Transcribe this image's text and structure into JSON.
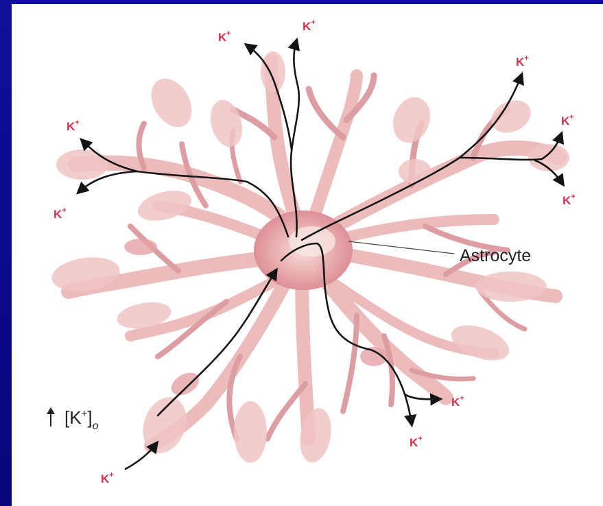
{
  "figure": {
    "cell_label": "Astrocyte",
    "ion_symbol": "K",
    "ion_charge": "+",
    "concentration_prefix": "[K",
    "concentration_charge": "+",
    "concentration_close": "]",
    "concentration_subscript": "o",
    "colors": {
      "slide_background": "#0a0a8e",
      "panel_background": "#ffffff",
      "cell_fill": "#e8a9ab",
      "ion_label": "#d4304e",
      "arrow": "#141414"
    }
  }
}
